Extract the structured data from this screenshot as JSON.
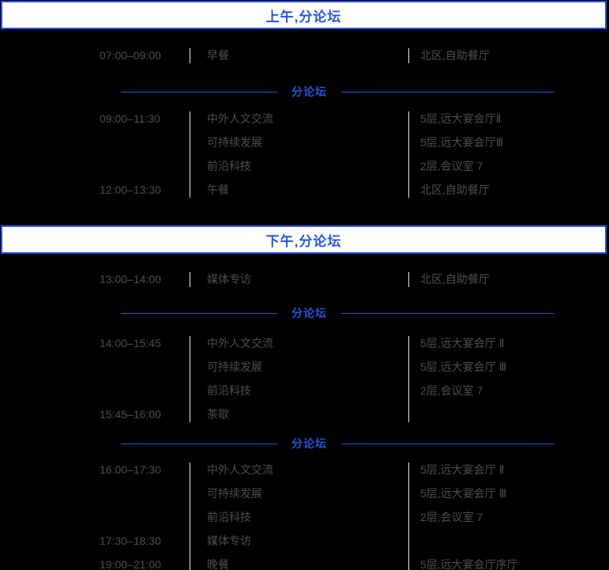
{
  "colors": {
    "background": "#000000",
    "accent_blue": "#2456df",
    "header_background": "#ffffff",
    "body_text": "#4e4e4e",
    "column_separator": "#e4e4e4"
  },
  "sections": [
    {
      "header": "上午,分论坛",
      "groups": [
        {
          "type": "rows",
          "rows": [
            {
              "time": "07:00–09:00",
              "title": "早餐",
              "location": "北区,自助餐厅"
            }
          ]
        },
        {
          "type": "divider",
          "label": "分论坛"
        },
        {
          "type": "rows",
          "rows": [
            {
              "time": "09:00–11:30",
              "title": "中外人文交流",
              "location": "5层,远大宴会厅Ⅱ"
            },
            {
              "time": "",
              "title": "可持续发展",
              "location": "5层,远大宴会厅Ⅲ"
            },
            {
              "time": "",
              "title": "前沿科技",
              "location": "2层,会议室 7"
            },
            {
              "time": "12:00–13:30",
              "title": "午餐",
              "location": "北区,自助餐厅"
            }
          ]
        }
      ]
    },
    {
      "header": "下午,分论坛",
      "groups": [
        {
          "type": "rows",
          "rows": [
            {
              "time": "13:00–14:00",
              "title": "媒体专访",
              "location": "北区,自助餐厅"
            }
          ]
        },
        {
          "type": "divider",
          "label": "分论坛"
        },
        {
          "type": "rows",
          "rows": [
            {
              "time": "14:00–15:45",
              "title": "中外人文交流",
              "location": "5层,远大宴会厅 Ⅱ"
            },
            {
              "time": "",
              "title": "可持续发展",
              "location": "5层,远大宴会厅 Ⅲ"
            },
            {
              "time": "",
              "title": "前沿科技",
              "location": "2层,会议室 7"
            },
            {
              "time": "15:45–16:00",
              "title": "茶歇",
              "location": ""
            }
          ]
        },
        {
          "type": "divider",
          "label": "分论坛"
        },
        {
          "type": "rows",
          "rows": [
            {
              "time": "16:00–17:30",
              "title": "中外人文交流",
              "location": "5层,远大宴会厅 Ⅱ"
            },
            {
              "time": "",
              "title": "可持续发展",
              "location": "5层,远大宴会厅 Ⅲ"
            },
            {
              "time": "",
              "title": "前沿科技",
              "location": "2层,会议室 7"
            },
            {
              "time": "17:30–18:30",
              "title": "媒体专访",
              "location": ""
            },
            {
              "time": "19:00–21:00",
              "title": "晚餐",
              "location": "5层,远大宴会厅序厅"
            }
          ]
        }
      ]
    }
  ]
}
